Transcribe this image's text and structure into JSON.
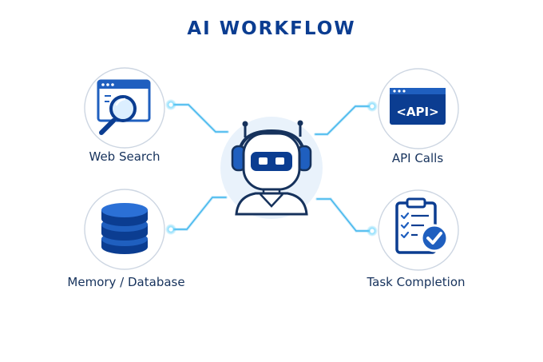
{
  "title": "AI WORKFLOW",
  "colors": {
    "primary": "#0b3d91",
    "accent": "#1f5fbf",
    "glow": "#3fc4f4",
    "circle_border": "#cdd6e2",
    "center_bg": "#e9f2fb",
    "text": "#16325c"
  },
  "center": {
    "icon": "robot-icon"
  },
  "nodes": [
    {
      "id": "web-search",
      "label": "Web Search",
      "icon": "web-search-icon"
    },
    {
      "id": "api-calls",
      "label": "API Calls",
      "icon": "api-icon",
      "icon_text": "<API>"
    },
    {
      "id": "memory-database",
      "label": "Memory / Database",
      "icon": "database-icon"
    },
    {
      "id": "task-completion",
      "label": "Task Completion",
      "icon": "clipboard-check-icon"
    }
  ]
}
